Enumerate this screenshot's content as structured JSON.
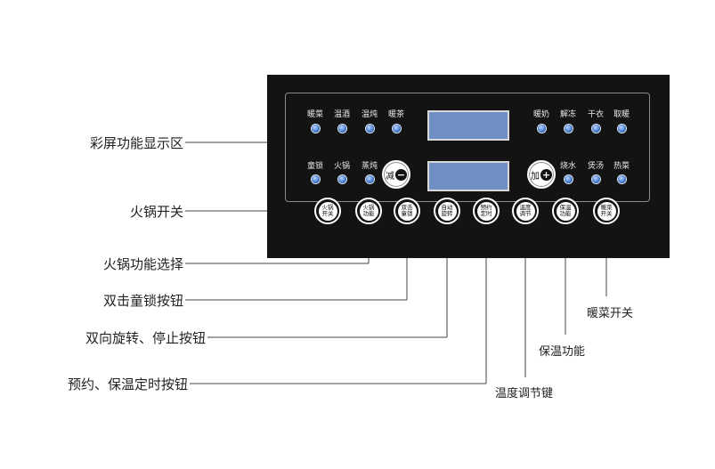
{
  "panel": {
    "top_indicators_left": [
      "暖菜",
      "温酒",
      "温炖",
      "暖茶"
    ],
    "top_indicators_right": [
      "暖奶",
      "解冻",
      "干衣",
      "取暖"
    ],
    "bottom_indicators_left": [
      "童锁",
      "火锅",
      "蒸炖"
    ],
    "bottom_indicators_right": [
      "烧水",
      "煲汤",
      "热菜"
    ],
    "minus_button": {
      "text": "减",
      "symbol": "−"
    },
    "plus_button": {
      "text": "加",
      "symbol": "+"
    },
    "buttons": [
      {
        "line1": "火锅",
        "line2": "开关"
      },
      {
        "line1": "火锅",
        "line2": "功能"
      },
      {
        "line1": "双击",
        "line2": "童锁"
      },
      {
        "line1": "自动",
        "line2": "旋转"
      },
      {
        "line1": "预约",
        "line2": "定时"
      },
      {
        "line1": "温度",
        "line2": "调节"
      },
      {
        "line1": "保温",
        "line2": "功能"
      },
      {
        "line1": "暖菜",
        "line2": "开关"
      }
    ]
  },
  "callouts_left": [
    "彩屏功能显示区",
    "火锅开关",
    "火锅功能选择",
    "双击童锁按钮",
    "双向旋转、停止按钮",
    "预约、保温定时按钮"
  ],
  "callouts_bottom": {
    "temperature": "温度调节键",
    "keep_warm": "保温功能",
    "warm_dish_switch": "暖菜开关"
  },
  "colors": {
    "panel": "#131313",
    "lcd": "#6f8fc4",
    "led": "#4a7fd1",
    "leader_line": "#444444"
  }
}
